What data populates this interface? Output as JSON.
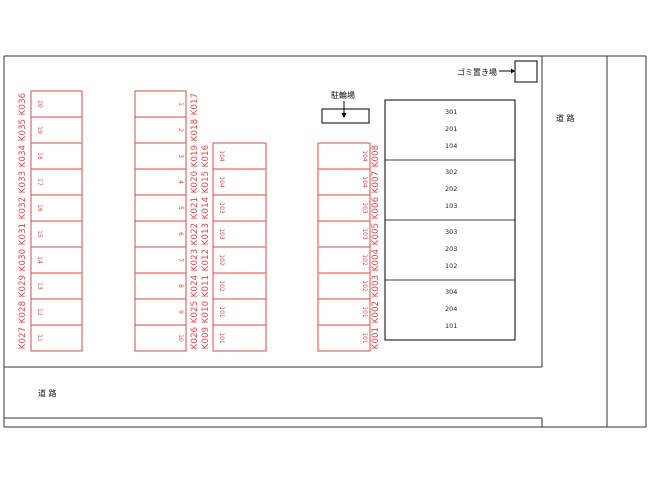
{
  "labels": {
    "road_right": "道 路",
    "road_bottom": "道 路",
    "bicycle_parking": "駐輪場",
    "garbage_area": "ゴミ置き場"
  },
  "building_floors": [
    [
      "301",
      "201",
      "104"
    ],
    [
      "302",
      "202",
      "103"
    ],
    [
      "303",
      "203",
      "102"
    ],
    [
      "304",
      "204",
      "101"
    ]
  ],
  "parking": {
    "col_left": {
      "numbers": [
        "20",
        "19",
        "18",
        "17",
        "16",
        "15",
        "14",
        "13",
        "12",
        "11"
      ],
      "codes": [
        "K036",
        "K035",
        "K034",
        "K033",
        "K032",
        "K031",
        "K030",
        "K029",
        "K028",
        "K027"
      ]
    },
    "col_mid": {
      "numbers": [
        "1",
        "2",
        "3",
        "4",
        "5",
        "6",
        "7",
        "8",
        "9",
        "10"
      ],
      "codes": [
        "K017",
        "K018",
        "K019",
        "K020",
        "K021",
        "K022",
        "K023",
        "K024",
        "K025",
        "K026"
      ]
    },
    "col_mid2": {
      "numbers": [
        "104",
        "104",
        "103",
        "103",
        "102",
        "102",
        "101",
        "101"
      ],
      "codes": [
        "K016",
        "K015",
        "K014",
        "K013",
        "K012",
        "K011",
        "K010",
        "K009"
      ]
    },
    "col_right": {
      "numbers": [
        "104",
        "104",
        "103",
        "103",
        "102",
        "102",
        "101",
        "101"
      ],
      "codes": [
        "K008",
        "K007",
        "K006",
        "K005",
        "K004",
        "K003",
        "K002",
        "K001"
      ]
    }
  }
}
